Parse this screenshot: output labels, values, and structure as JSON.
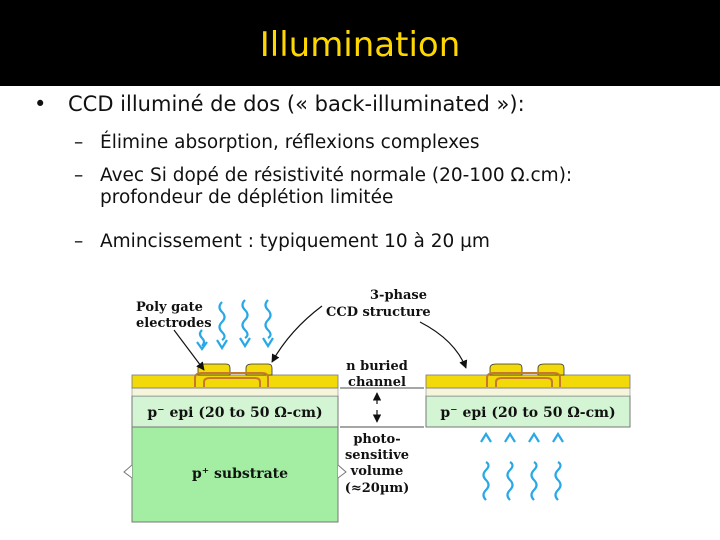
{
  "slide": {
    "title": "Illumination",
    "bullet_main": "CCD illuminé de dos (« back-illuminated »):",
    "sub_bullets": [
      "Élimine absorption, réflexions complexes",
      "Avec Si dopé de résistivité normale (20-100 Ω.cm):",
      "profondeur de déplétion limitée",
      "Amincissement : typiquement 10 à 20 µm"
    ],
    "bullet_symbol": "•",
    "dash_symbol": "–"
  },
  "diagram": {
    "label_poly_gate_1": "Poly gate",
    "label_poly_gate_2": "electrodes",
    "label_3phase_1": "3-phase",
    "label_3phase_2": "CCD structure",
    "label_nburied_1": "n buried",
    "label_nburied_2": "channel",
    "label_photo_1": "photo-",
    "label_photo_2": "sensitive",
    "label_photo_3": "volume",
    "label_photo_4": "(≈20µm)",
    "label_epi_left": "p⁻ epi (20 to 50 Ω-cm)",
    "label_epi_right": "p⁻ epi (20 to 50 Ω-cm)",
    "label_substrate": "p⁺ substrate",
    "colors": {
      "title_bg": "#000000",
      "title_text": "#ffd700",
      "gate_yellow": "#f2d90a",
      "gate_orange": "#c8782a",
      "epi": "#d3f5d3",
      "substrate": "#a4eea4",
      "photon": "#29a8e6"
    }
  }
}
